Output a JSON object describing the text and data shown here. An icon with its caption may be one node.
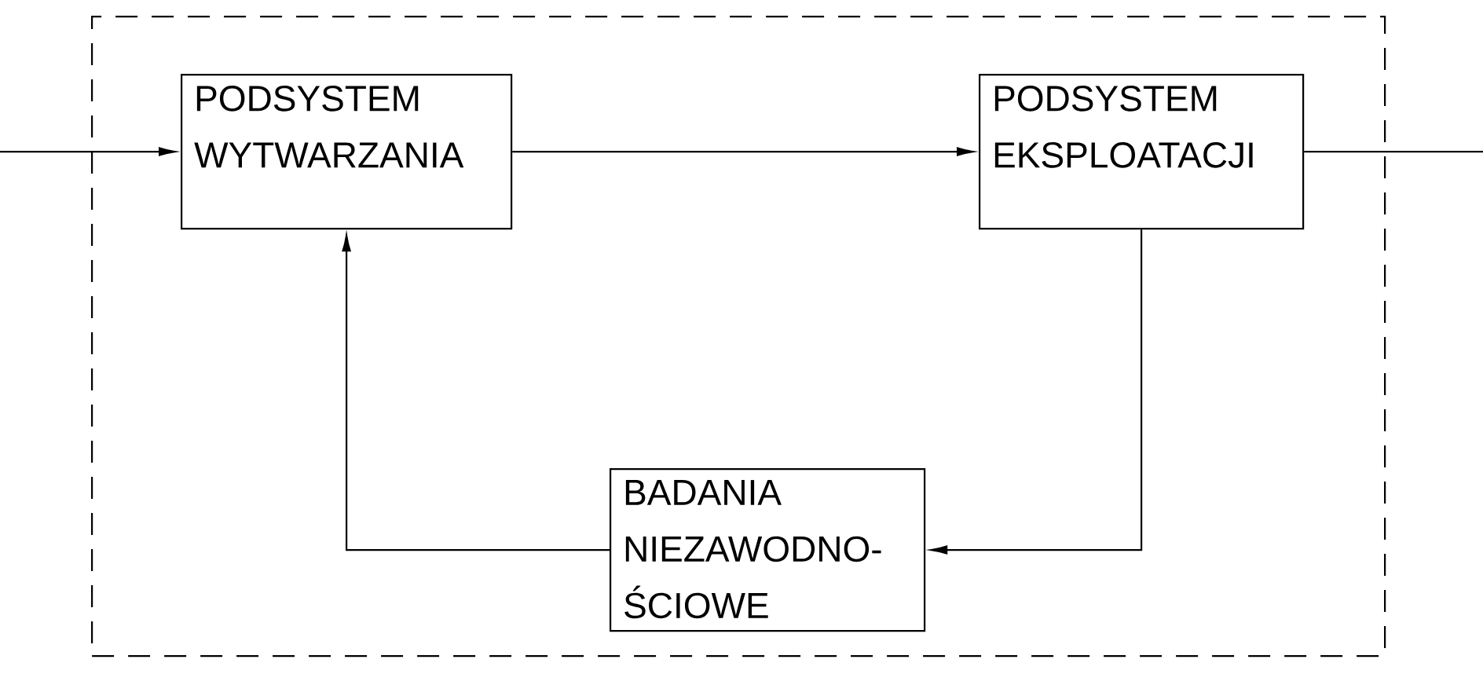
{
  "diagram": {
    "nodes": [
      {
        "text": [],
        "shape": "box"
      },
      {
        "text": [
          "PODSYSTEM WYTWARZANIA"
        ],
        "in": 0
      },
      {
        "text": [
          "PODSYSTEM EKSPLOATACJI"
        ],
        "in": 0
      },
      {
        "text": [
          "BADANIA NIEZAWODNO- ŚCIOWE"
        ],
        "in": 0
      }
    ],
    "edges": [
      {
        "from": null,
        "to": 1,
        "arrow": "to"
      },
      {
        "from": 1,
        "to": 2,
        "arrow": "to"
      },
      {
        "from": 2,
        "to": null,
        "arrow": "none"
      },
      {
        "from": 2,
        "to": 3,
        "arrow": "to"
      },
      {
        "from": 3,
        "to": 1,
        "arrow": "to"
      }
    ]
  }
}
